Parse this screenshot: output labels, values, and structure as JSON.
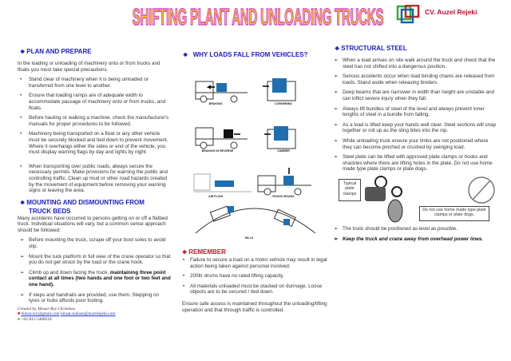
{
  "header": {
    "title": "SHIFTING PLANT AND UNLOADING TRUCKS",
    "logo_text": "CV. Auzel Rejeki"
  },
  "plan": {
    "heading": "PLAN AND PREPARE",
    "intro": "In the loading or unloading of machinery onto or from trucks and floats you must take special precautions.",
    "items": [
      "Stand clear of machinery when it is being unloaded or transferred from one level to another.",
      "Ensure that loading ramps are of adequate width to accommodate passage of machinery onto or from trucks, and floats.",
      "Before hauling or walking a machine, check the manufacturer's manuals for proper procedures to be followed.",
      "Machinery being transported on a float or any other vehicle must be securely blocked and tied down to prevent movement. Where it overhangs either the sides or end of the vehicle, you must display warning flags by day and lights by night.",
      "When transporting over public roads, always secure the necessary permits. Make provisions for warning the public and controlling traffic. Clean up mud or other road hazards created by the movement of equipment before removing your warning signs or leaving the area."
    ]
  },
  "mounting": {
    "heading_1": "MOUNTING AND DISMOUNTING FROM",
    "heading_2": "TRUCK BEDS",
    "intro": "Many accidents have occurred to persons getting on or off a flatbed truck. Individual situations will vary, but a common sense approach should be followed:",
    "items": [
      "Before mounting the truck, scrape off your boot soles to avoid slip.",
      "Mount the tuck platform in full view of the crane operator so that you do not get struck by the load or the crane hook.",
      "If steps and handrails are provided, use them. Stepping on tyres or hubs affords poor footing."
    ],
    "item3_prefix": "Climb up and down facing the truck, ",
    "item3_bold": "maintaining three point contact at all times (two hands and one foot or two feet and one hand)."
  },
  "footer": {
    "created_by": "Created by, Binsar Rey Christmas",
    "email_1": "binsar.rey@gmail.com",
    "email_2": "binsar.siahaan@auzelrejeki.com",
    "phone": "+62-811-5408218"
  },
  "why": {
    "heading": "WHY LOADS FALL FROM VEHICLES?",
    "captions": [
      "BRAKING",
      "CORNERING",
      "BRAKING IN REVERSE",
      "CAMBER",
      "AIR FLOW",
      "ROUGH ROADS",
      "HILLS"
    ]
  },
  "remember": {
    "heading": "REMEMBER",
    "items": [
      "Failure to secure a load on a motor vehicle may result in legal action being taken against personal involved.",
      "200ltr drums have no rated lifting capacity.",
      "All materials unloaded must be stacked on dunnage. Loose objects are to be secured / tied down."
    ],
    "closing": "Ensure safe access is maintained throughout the unloading/lifting operation and that through traffic is controlled."
  },
  "steel": {
    "heading": "STRUCTURAL STEEL",
    "items": [
      "When a load arrives on site walk around the truck and check that the steel has not shifted into a dangerous position.",
      "Serious accidents occur when load binding chains are released from loads. Stand aside when releasing binders.",
      "Deep beams that are narrower in width than height are unstable and can inflict severe injury when they fall.",
      "Always lift bundles of steel of the level and always prevent inner lengths of steel in a bundle from falling.",
      "As a load is lifted keep your hands well clear. Steel sections will snap together or roll up as the sling bites into the nip.",
      "While unloading truck ensure your limbs are not positioned where they can become pinched or crushed by swinging load.",
      "Steel plate can be lifted with approved plate clamps or hooks and shackles where there are lifting holes in the plate. Do not use home made type plate clamps or plate dogs.",
      "The truck should be positioned as level as possible.",
      "Keep the truck and crane away from overhead power lines."
    ],
    "typical_label": "Typical plate clamps",
    "warning_label": "Do not use home made type plate clamps or plate dogs."
  },
  "colors": {
    "heading": "#1a1ad0",
    "remember": "#e0102a",
    "title_fill": "#f7c21a",
    "title_outline": "#d94bd8",
    "load": "#1f6fb0"
  }
}
